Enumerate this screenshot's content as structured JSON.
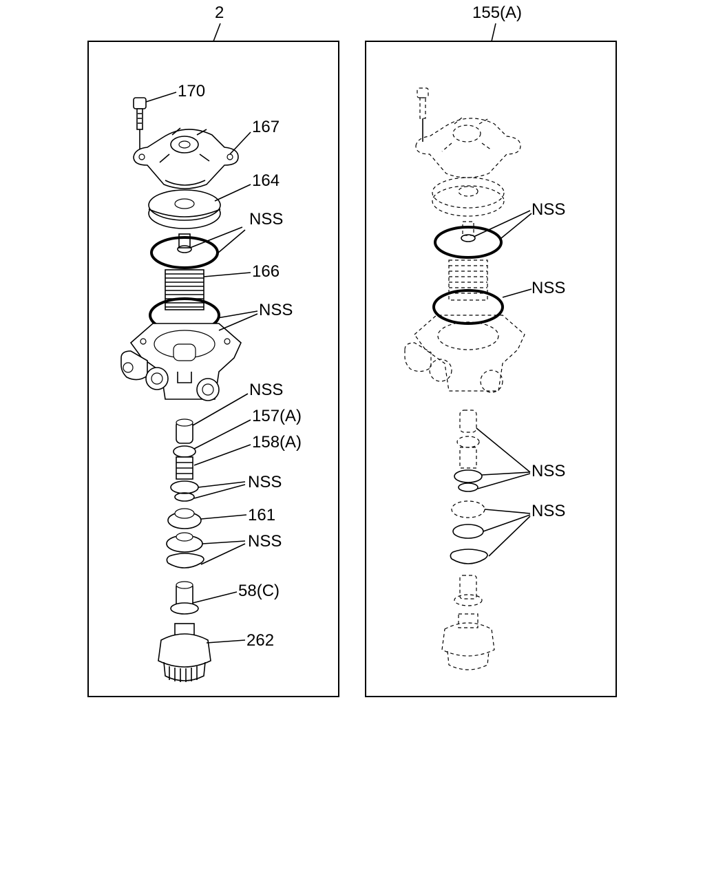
{
  "panels": [
    {
      "title": "2",
      "callouts": {
        "c170": "170",
        "c167": "167",
        "c164": "164",
        "nss1": "NSS",
        "c166": "166",
        "nss2": "NSS",
        "nss3": "NSS",
        "c157": "157(A)",
        "c158": "158(A)",
        "nss4": "NSS",
        "c161": "161",
        "nss5": "NSS",
        "c58": "58(C)",
        "c262": "262"
      }
    },
    {
      "title": "155(A)",
      "callouts": {
        "nss1": "NSS",
        "nss2": "NSS",
        "nss3": "NSS",
        "nss4": "NSS"
      }
    }
  ]
}
